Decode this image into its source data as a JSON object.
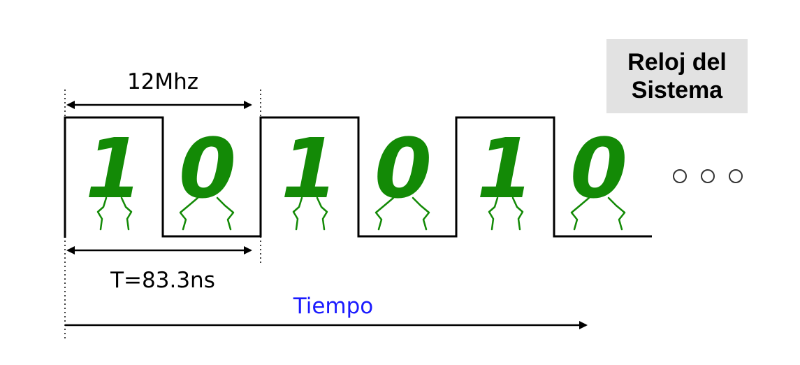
{
  "legend": {
    "line1": "Reloj del",
    "line2": "Sistema"
  },
  "frequency_label": "12Mhz",
  "period_label": "T=83.3ns",
  "time_label": "Tiempo",
  "bits": [
    "1",
    "0",
    "1",
    "0",
    "1",
    "0"
  ],
  "ellipsis_dots": 3,
  "colors": {
    "digit": "#138a06",
    "time_label": "#1a1aff",
    "legend_bg": "#e2e2e2",
    "signal": "#000000"
  }
}
